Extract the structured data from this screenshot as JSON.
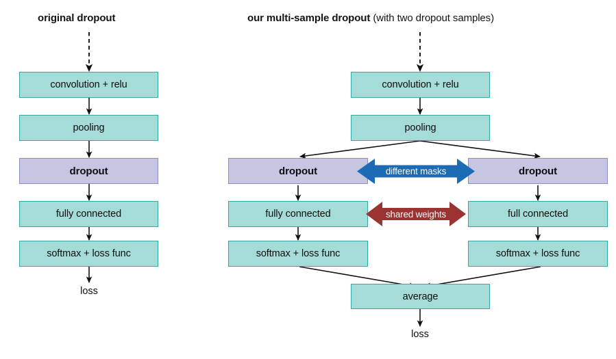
{
  "figure": {
    "background_color": "#ffffff",
    "box_teal_fill": "#a6dcd8",
    "box_teal_border": "#34aaa5",
    "box_purple_fill": "#c6c5e2",
    "box_purple_border": "#8e8cc6",
    "arrow_blue": "#1b6cb5",
    "arrow_red": "#9b3332",
    "line_color": "#111111"
  },
  "left_panel": {
    "title": "original dropout",
    "nodes": [
      {
        "id": "conv",
        "label": "convolution + relu",
        "style": "teal"
      },
      {
        "id": "pooling",
        "label": "pooling",
        "style": "teal"
      },
      {
        "id": "dropout",
        "label": "dropout",
        "style": "purple"
      },
      {
        "id": "fc",
        "label": "fully connected",
        "style": "teal"
      },
      {
        "id": "softmax",
        "label": "softmax + loss func",
        "style": "teal"
      }
    ],
    "output_label": "loss"
  },
  "right_panel": {
    "title_bold": "our multi-sample dropout",
    "title_regular": " (with two dropout samples)",
    "shared_nodes": [
      {
        "id": "conv",
        "label": "convolution + relu",
        "style": "teal"
      },
      {
        "id": "pooling",
        "label": "pooling",
        "style": "teal"
      }
    ],
    "branch_left": [
      {
        "id": "dropout-left",
        "label": "dropout",
        "style": "purple"
      },
      {
        "id": "fc-left",
        "label": "fully connected",
        "style": "teal"
      },
      {
        "id": "softmax-left",
        "label": "softmax + loss func",
        "style": "teal"
      }
    ],
    "branch_right": [
      {
        "id": "dropout-right",
        "label": "dropout",
        "style": "purple"
      },
      {
        "id": "fc-right",
        "label": "full connected",
        "style": "teal"
      },
      {
        "id": "softmax-right",
        "label": "softmax + loss func",
        "style": "teal"
      }
    ],
    "connectors": [
      {
        "id": "different-masks",
        "label": "different masks",
        "color": "#1b6cb5"
      },
      {
        "id": "shared-weights",
        "label": "shared weights",
        "color": "#9b3332"
      }
    ],
    "merge_node": {
      "id": "average",
      "label": "average",
      "style": "teal"
    },
    "output_label": "loss"
  }
}
